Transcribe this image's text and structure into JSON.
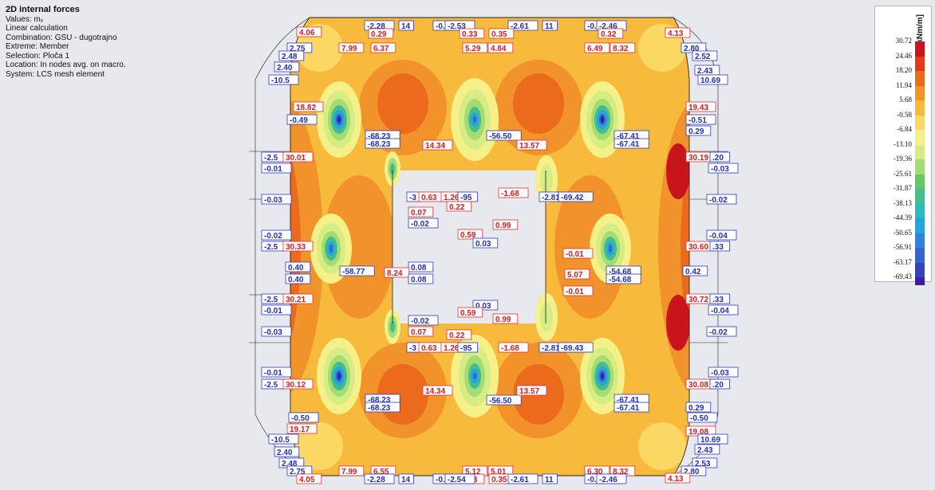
{
  "info": {
    "title": "2D internal forces",
    "lines": [
      "Values: mₓ",
      "Linear calculation",
      "Combination: GSU - dugotrajno",
      "Extreme: Member",
      "Selection: Ploča 1",
      "Location: In nodes avg. on macro.",
      "System: LCS mesh element"
    ]
  },
  "legend": {
    "unit": "mₓ [kNm/m]",
    "ticks": [
      "30.72",
      "24.46",
      "18.20",
      "11.94",
      "5.68",
      "-0.58",
      "-6.84",
      "-13.10",
      "-19.36",
      "-25.61",
      "-31.87",
      "-38.13",
      "-44.39",
      "-50.65",
      "-56.91",
      "-63.17",
      "-69.43"
    ],
    "colors": [
      "#c8141b",
      "#e23a1a",
      "#ec6a1c",
      "#f2922a",
      "#f7ba3c",
      "#fbd763",
      "#f6f089",
      "#d6ec85",
      "#a2dc72",
      "#66c864",
      "#43bc8e",
      "#2cb9bf",
      "#26a4dc",
      "#2f83de",
      "#3561d2",
      "#3541bf",
      "#3a1fa4"
    ]
  },
  "labels": [
    {
      "t": "4.06",
      "c": "r"
    },
    {
      "t": "-2.28",
      "c": "b"
    },
    {
      "t": "14",
      "c": "b"
    },
    {
      "t": "-0.",
      "c": "b"
    },
    {
      "t": "-2.53",
      "c": "b"
    },
    {
      "t": "-2.61",
      "c": "b"
    },
    {
      "t": "11",
      "c": "b"
    },
    {
      "t": "-0.",
      "c": "b"
    },
    {
      "t": "-2.46",
      "c": "b"
    },
    {
      "t": "4.13",
      "c": "r"
    },
    {
      "t": "0.29",
      "c": "r"
    },
    {
      "t": "0.33",
      "c": "r"
    },
    {
      "t": "0.35",
      "c": "r"
    },
    {
      "t": "0.32",
      "c": "r"
    },
    {
      "t": "2.75",
      "c": "b"
    },
    {
      "t": "7.99",
      "c": "r"
    },
    {
      "t": "6.37",
      "c": "r"
    },
    {
      "t": "5.29",
      "c": "r"
    },
    {
      "t": "4.84",
      "c": "r"
    },
    {
      "t": "6.49",
      "c": "r"
    },
    {
      "t": "8.32",
      "c": "r"
    },
    {
      "t": "2.80",
      "c": "b"
    },
    {
      "t": "2.48",
      "c": "b"
    },
    {
      "t": "2.52",
      "c": "b"
    },
    {
      "t": "2.40",
      "c": "b"
    },
    {
      "t": "2.43",
      "c": "b"
    },
    {
      "t": "-10.5",
      "c": "b"
    },
    {
      "t": "10.69",
      "c": "b"
    },
    {
      "t": "18.82",
      "c": "r"
    },
    {
      "t": "19.43",
      "c": "r"
    },
    {
      "t": "-0.49",
      "c": "b"
    },
    {
      "t": "-0.51",
      "c": "b"
    },
    {
      "t": "0.29",
      "c": "b"
    },
    {
      "t": "-68.23",
      "c": "b"
    },
    {
      "t": "-68.23",
      "c": "b"
    },
    {
      "t": "14.34",
      "c": "r"
    },
    {
      "t": "-56.50",
      "c": "b"
    },
    {
      "t": "13.57",
      "c": "r"
    },
    {
      "t": "-67.41",
      "c": "b"
    },
    {
      "t": "-67.41",
      "c": "b"
    },
    {
      "t": "-2.5",
      "c": "b"
    },
    {
      "t": "30.01",
      "c": "r"
    },
    {
      "t": "30.19",
      "c": "r"
    },
    {
      "t": ".20",
      "c": "b"
    },
    {
      "t": "-0.01",
      "c": "b"
    },
    {
      "t": "-0.03",
      "c": "b"
    },
    {
      "t": "-3",
      "c": "b"
    },
    {
      "t": "0.63",
      "c": "r"
    },
    {
      "t": "1.26",
      "c": "r"
    },
    {
      "t": "-95",
      "c": "b"
    },
    {
      "t": "-1.68",
      "c": "r"
    },
    {
      "t": "-2.81",
      "c": "b"
    },
    {
      "t": "-69.42",
      "c": "b"
    },
    {
      "t": "-0.03",
      "c": "b"
    },
    {
      "t": "0.07",
      "c": "r"
    },
    {
      "t": "0.22",
      "c": "r"
    },
    {
      "t": "-0.02",
      "c": "b"
    },
    {
      "t": "-0.02",
      "c": "b"
    },
    {
      "t": "0.99",
      "c": "r"
    },
    {
      "t": "0.59",
      "c": "r"
    },
    {
      "t": "0.03",
      "c": "b"
    },
    {
      "t": "-0.02",
      "c": "b"
    },
    {
      "t": "-0.04",
      "c": "b"
    },
    {
      "t": "-2.5",
      "c": "b"
    },
    {
      "t": "30.33",
      "c": "r"
    },
    {
      "t": "30.60",
      "c": "r"
    },
    {
      "t": ".33",
      "c": "b"
    },
    {
      "t": "-0.01",
      "c": "r"
    },
    {
      "t": "0.40",
      "c": "b"
    },
    {
      "t": "-58.77",
      "c": "b"
    },
    {
      "t": "0.08",
      "c": "b"
    },
    {
      "t": "8.24",
      "c": "r"
    },
    {
      "t": "5.07",
      "c": "r"
    },
    {
      "t": "-54.68",
      "c": "b"
    },
    {
      "t": "-54.68",
      "c": "b"
    },
    {
      "t": "0.42",
      "c": "b"
    },
    {
      "t": "0.40",
      "c": "b"
    },
    {
      "t": "0.08",
      "c": "b"
    },
    {
      "t": "-0.01",
      "c": "r"
    },
    {
      "t": "-2.5",
      "c": "b"
    },
    {
      "t": "30.21",
      "c": "r"
    },
    {
      "t": "30.72",
      "c": "r"
    },
    {
      "t": ".33",
      "c": "b"
    },
    {
      "t": "-0.01",
      "c": "b"
    },
    {
      "t": "-0.04",
      "c": "b"
    },
    {
      "t": "0.03",
      "c": "b"
    },
    {
      "t": "-0.02",
      "c": "b"
    },
    {
      "t": "0.59",
      "c": "r"
    },
    {
      "t": "0.99",
      "c": "r"
    },
    {
      "t": "0.07",
      "c": "r"
    },
    {
      "t": "0.22",
      "c": "r"
    },
    {
      "t": "-0.03",
      "c": "b"
    },
    {
      "t": "-3",
      "c": "b"
    },
    {
      "t": "0.63",
      "c": "r"
    },
    {
      "t": "1.26",
      "c": "r"
    },
    {
      "t": "-95",
      "c": "b"
    },
    {
      "t": "-1.68",
      "c": "r"
    },
    {
      "t": "-2.81",
      "c": "b"
    },
    {
      "t": "-69.43",
      "c": "b"
    },
    {
      "t": "-0.02",
      "c": "b"
    },
    {
      "t": "-0.01",
      "c": "b"
    },
    {
      "t": "-0.03",
      "c": "b"
    },
    {
      "t": "-2.5",
      "c": "b"
    },
    {
      "t": "30.12",
      "c": "r"
    },
    {
      "t": "30.08",
      "c": "r"
    },
    {
      "t": ".20",
      "c": "b"
    },
    {
      "t": "-68.23",
      "c": "b"
    },
    {
      "t": "-68.23",
      "c": "b"
    },
    {
      "t": "-67.41",
      "c": "b"
    },
    {
      "t": "-67.41",
      "c": "b"
    },
    {
      "t": "14.34",
      "c": "r"
    },
    {
      "t": "-56.50",
      "c": "b"
    },
    {
      "t": "13.57",
      "c": "r"
    },
    {
      "t": "0.29",
      "c": "b"
    },
    {
      "t": "-0.50",
      "c": "b"
    },
    {
      "t": "-0.50",
      "c": "b"
    },
    {
      "t": "19.17",
      "c": "r"
    },
    {
      "t": "19.08",
      "c": "r"
    },
    {
      "t": "-10.5",
      "c": "b"
    },
    {
      "t": "10.69",
      "c": "b"
    },
    {
      "t": "2.40",
      "c": "b"
    },
    {
      "t": "2.43",
      "c": "b"
    },
    {
      "t": "2.48",
      "c": "b"
    },
    {
      "t": "2.53",
      "c": "b"
    },
    {
      "t": "2.75",
      "c": "b"
    },
    {
      "t": "7.99",
      "c": "r"
    },
    {
      "t": "6.55",
      "c": "r"
    },
    {
      "t": "5.12",
      "c": "r"
    },
    {
      "t": "5.01",
      "c": "r"
    },
    {
      "t": "6.30",
      "c": "r"
    },
    {
      "t": "8.32",
      "c": "r"
    },
    {
      "t": "2.80",
      "c": "b"
    },
    {
      "t": "4.05",
      "c": "r"
    },
    {
      "t": "0.29",
      "c": "r"
    },
    {
      "t": "0.33",
      "c": "r"
    },
    {
      "t": "0.35",
      "c": "r"
    },
    {
      "t": "0.32",
      "c": "r"
    },
    {
      "t": "4.13",
      "c": "r"
    },
    {
      "t": "-2.28",
      "c": "b"
    },
    {
      "t": "14",
      "c": "b"
    },
    {
      "t": "-0.",
      "c": "b"
    },
    {
      "t": "-2.54",
      "c": "b"
    },
    {
      "t": "-2.61",
      "c": "b"
    },
    {
      "t": "11",
      "c": "b"
    },
    {
      "t": "-0.",
      "c": "b"
    },
    {
      "t": "-2.46",
      "c": "b"
    }
  ]
}
